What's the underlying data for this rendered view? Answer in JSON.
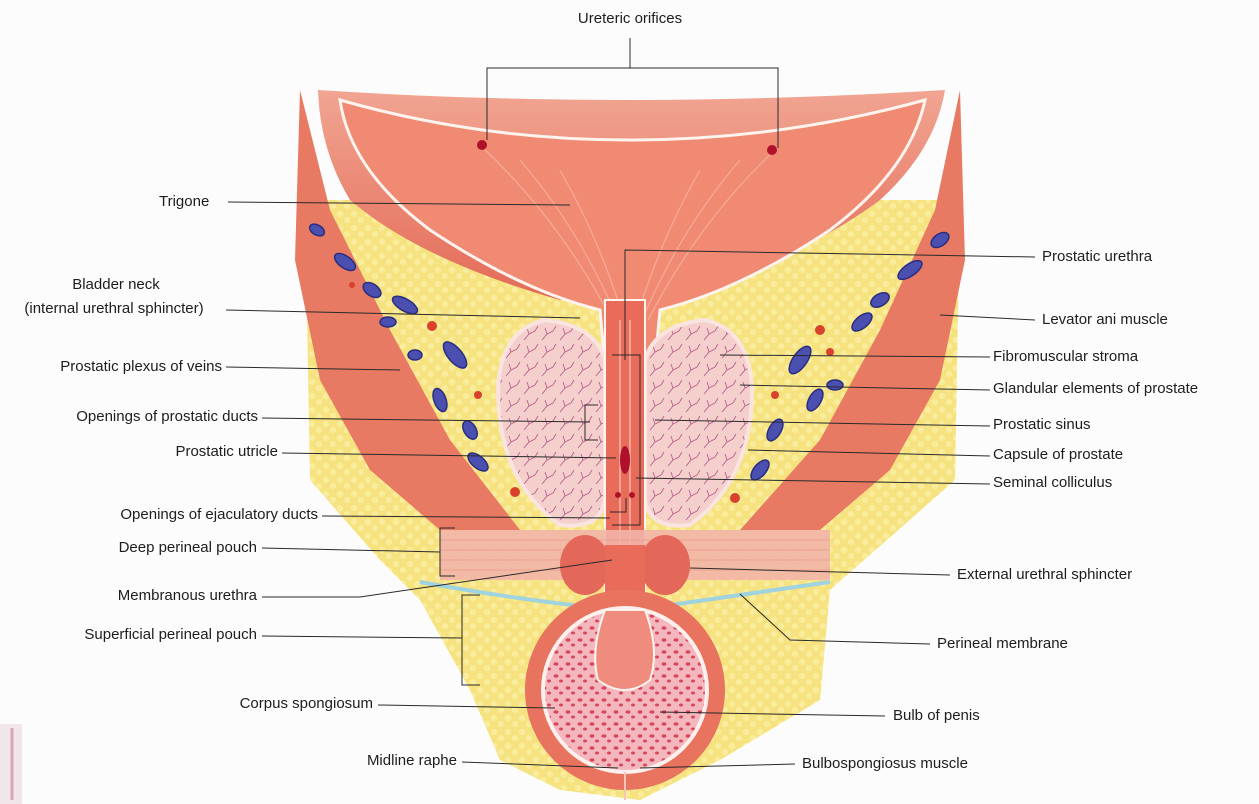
{
  "labels": {
    "ureteric_orifices": "Ureteric orifices",
    "trigone": "Trigone",
    "bladder_neck": "Bladder neck",
    "internal_sphincter": "(internal urethral sphincter)",
    "prostatic_plexus": "Prostatic plexus of veins",
    "openings_prostatic_ducts": "Openings of prostatic ducts",
    "prostatic_utricle": "Prostatic utricle",
    "openings_ejaculatory_ducts": "Openings of ejaculatory ducts",
    "deep_perineal_pouch": "Deep perineal pouch",
    "membranous_urethra": "Membranous urethra",
    "superficial_perineal_pouch": "Superficial perineal pouch",
    "corpus_spongiosum": "Corpus spongiosum",
    "midline_raphe": "Midline raphe",
    "prostatic_urethra": "Prostatic urethra",
    "levator_ani": "Levator ani muscle",
    "fibromuscular_stroma": "Fibromuscular stroma",
    "glandular_elements": "Glandular elements of prostate",
    "prostatic_sinus": "Prostatic sinus",
    "capsule": "Capsule of prostate",
    "seminal_colliculus": "Seminal colliculus",
    "external_sphincter": "External urethral sphincter",
    "perineal_membrane": "Perineal membrane",
    "bulb_of_penis": "Bulb of penis",
    "bulbospongiosus": "Bulbospongiosus muscle"
  },
  "colors": {
    "muscle": "#e8836f",
    "mucosa": "#ef9a88",
    "fat": "#f5e07a",
    "veins": "#4a4fb0",
    "prostate": "#f3c2c0",
    "membrane": "#9fd3e0",
    "spongiosum": "#e97f8a"
  }
}
